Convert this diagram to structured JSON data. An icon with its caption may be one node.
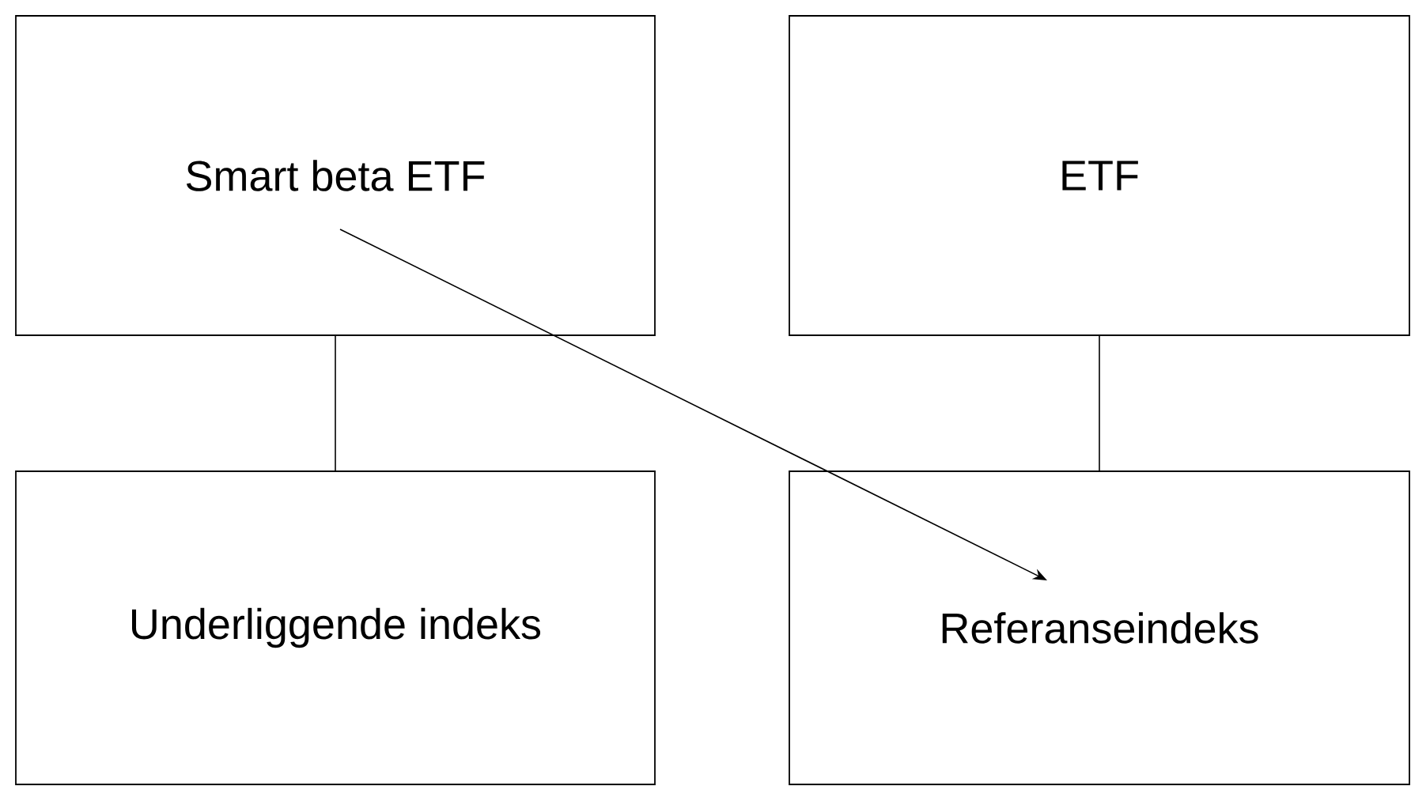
{
  "diagram": {
    "nodes": [
      {
        "text": [
          "Smart beta ETF"
        ]
      },
      {
        "text": [
          "ETF"
        ]
      },
      {
        "text": [
          "Underliggende indeks"
        ]
      },
      {
        "text": [
          "Referanseindeks"
        ]
      }
    ],
    "edges": [
      {
        "from": 0,
        "to": 2,
        "arrow": "none"
      },
      {
        "from": 1,
        "to": 3,
        "arrow": "none"
      },
      {
        "from": 0,
        "to": 3,
        "arrow": "to"
      }
    ]
  }
}
